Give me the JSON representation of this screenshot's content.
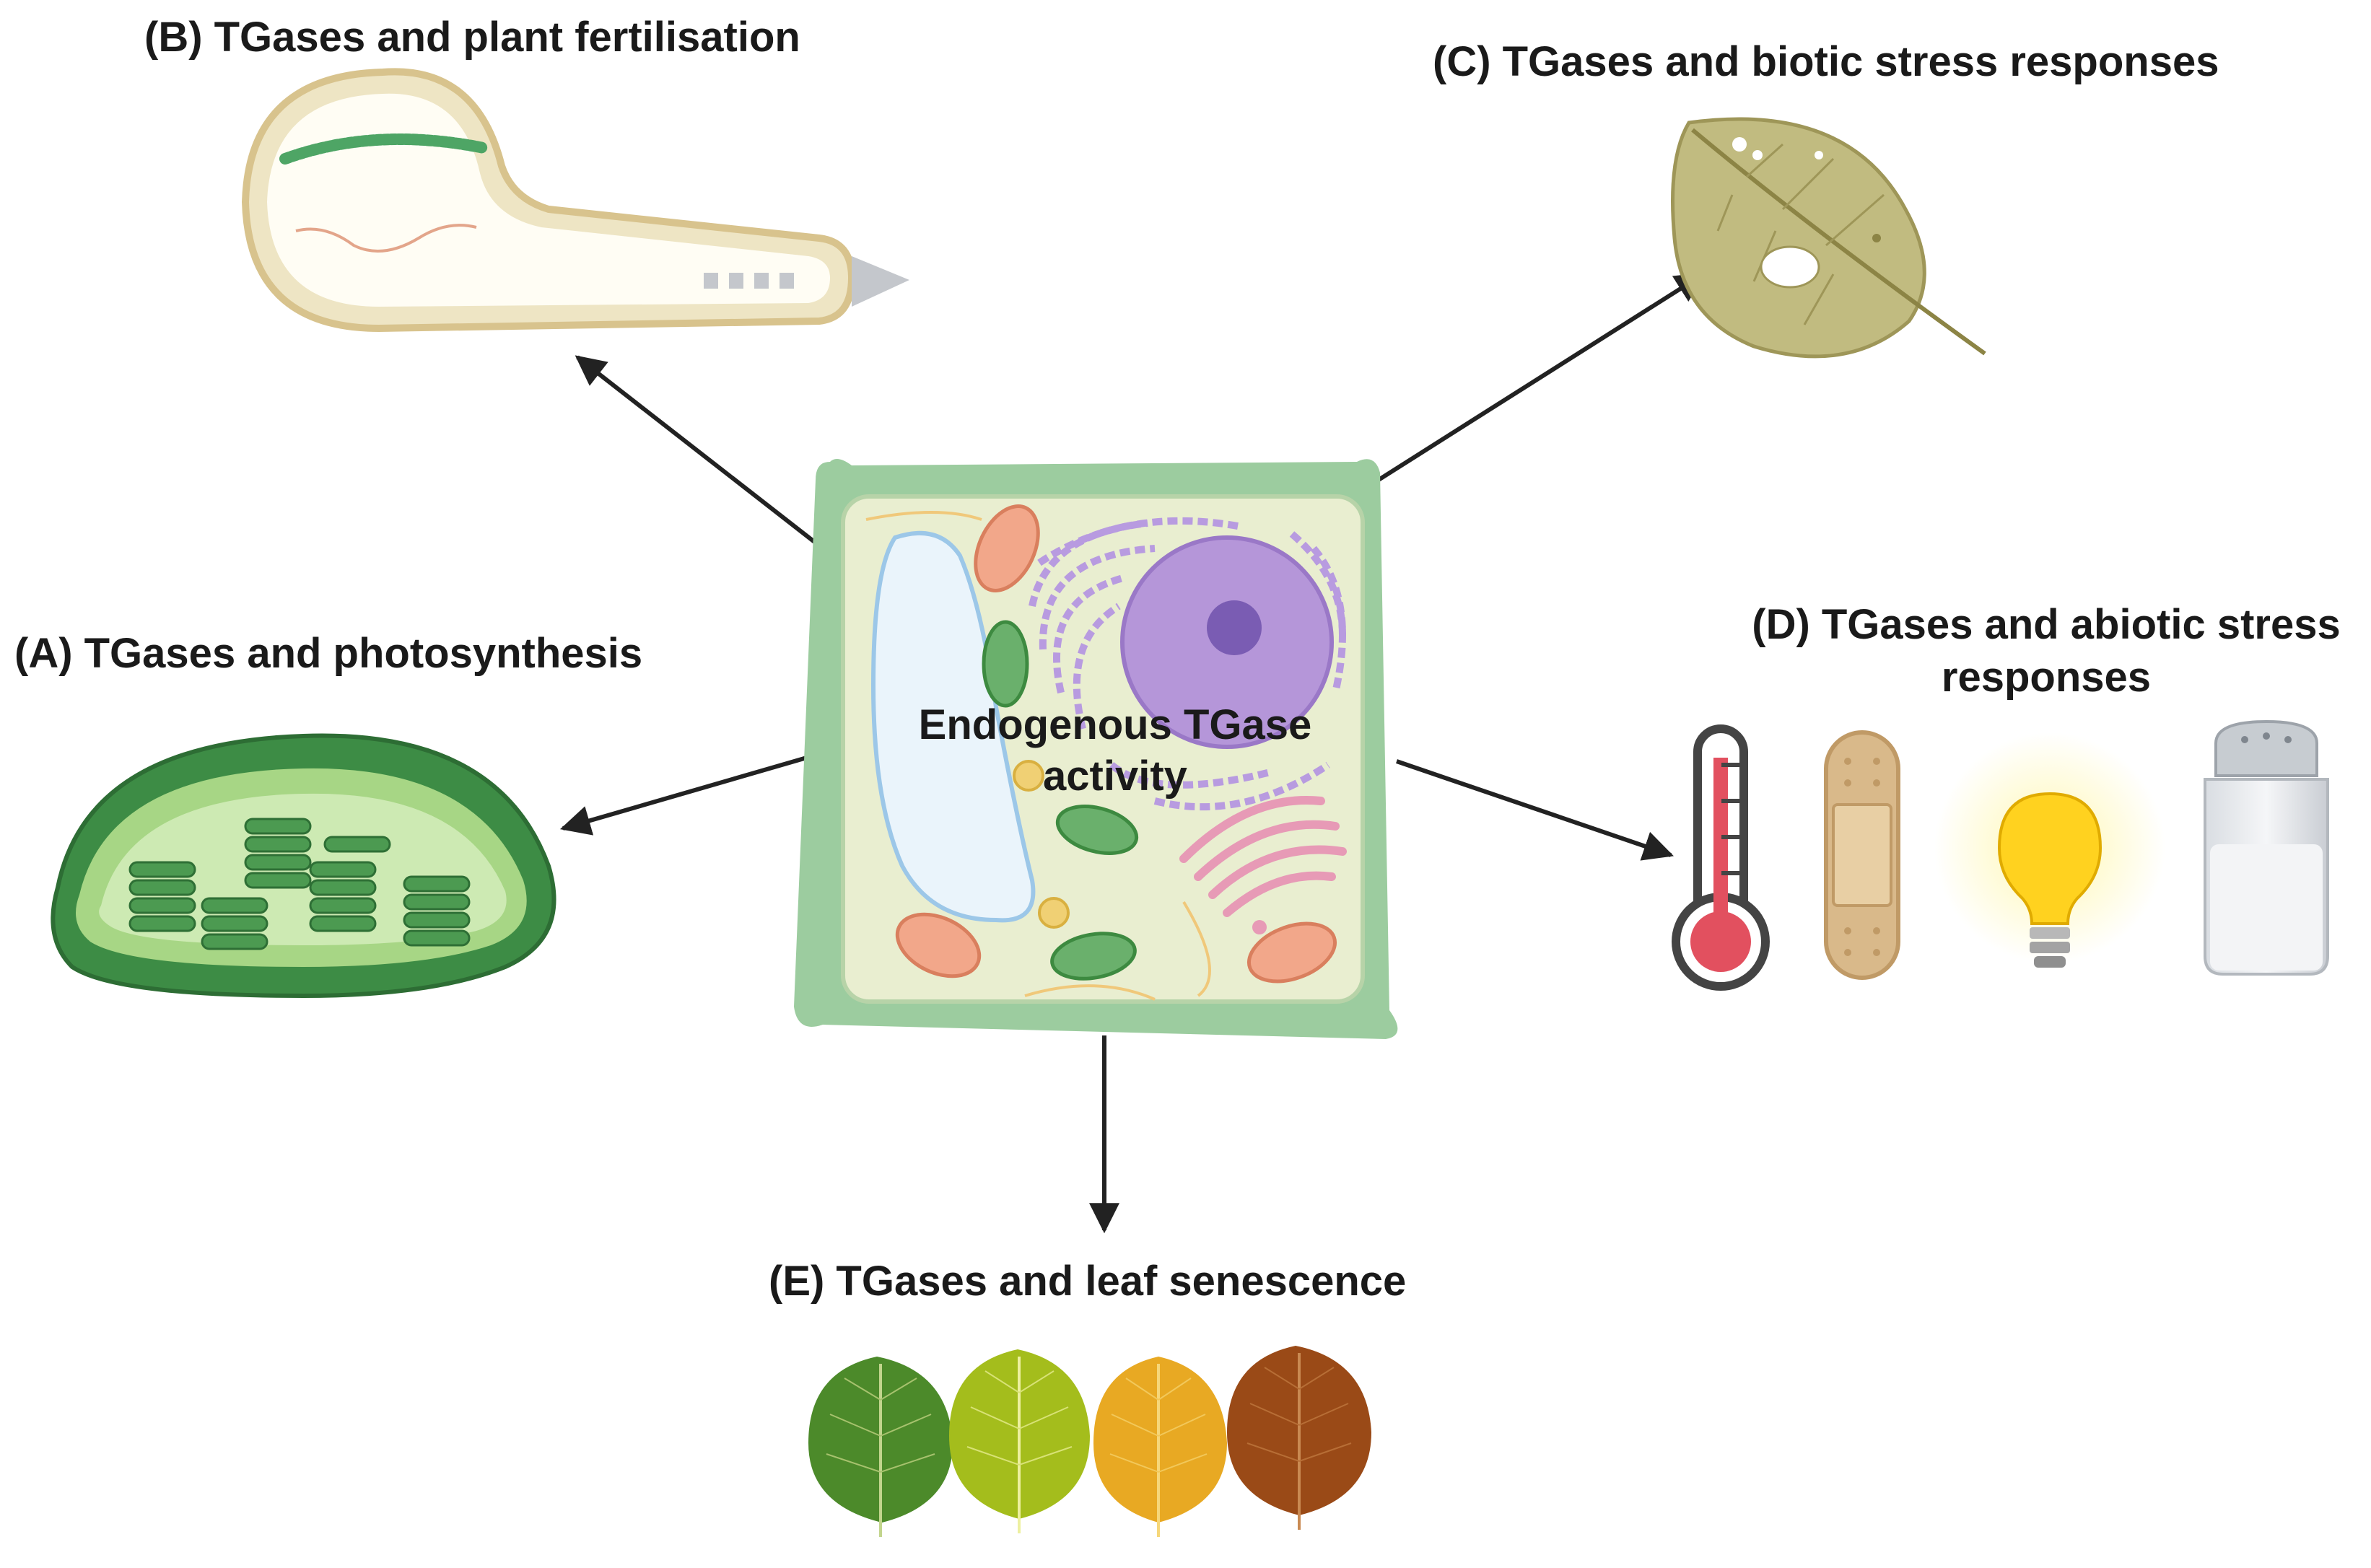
{
  "center": {
    "label": "Endogenous TGase activity"
  },
  "panels": {
    "a": {
      "label": "(A) TGases and photosynthesis",
      "icon": "chloroplast-icon"
    },
    "b": {
      "label": "(B) TGases and plant fertilisation",
      "icon": "pollen-tube-icon"
    },
    "c": {
      "label": "(C) TGases and biotic stress responses",
      "icon": "damaged-leaf-icon"
    },
    "d": {
      "label": "(D) TGases and abiotic stress responses",
      "icons": [
        "thermometer-icon",
        "bandage-icon",
        "light-bulb-icon",
        "salt-shaker-icon"
      ]
    },
    "e": {
      "label": "(E) TGases and leaf senescence",
      "icons": [
        "green-leaf-icon",
        "yellow-green-leaf-icon",
        "yellow-leaf-icon",
        "brown-leaf-icon"
      ]
    }
  },
  "colors": {
    "arrow": "#222222",
    "cell_wall": "#9ccc9f",
    "cytoplasm": "#e9eed0",
    "nucleus": "#b596d9",
    "chloroplast": "#4a9a4d",
    "mitochondria": "#f2a78a"
  }
}
